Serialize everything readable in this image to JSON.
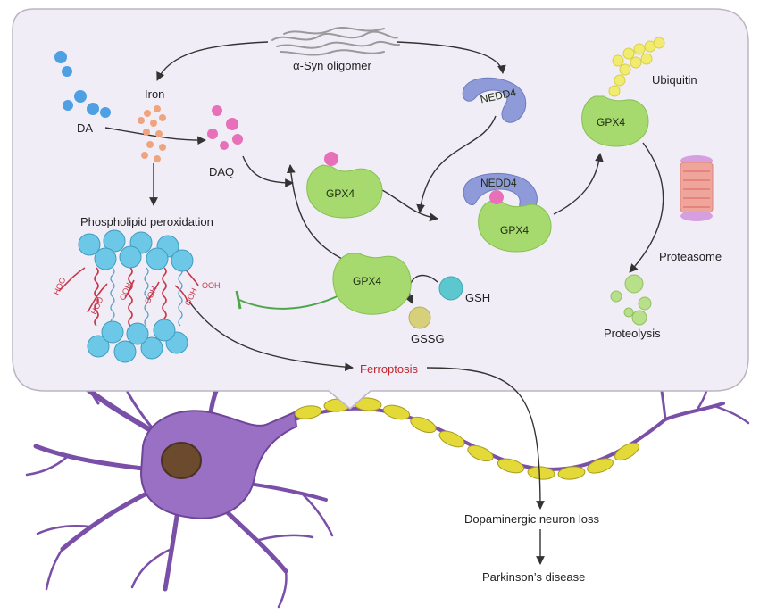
{
  "labels": {
    "syn": "α-Syn oligomer",
    "iron": "Iron",
    "da": "DA",
    "daq": "DAQ",
    "pl": "Phospholipid peroxidation",
    "nedd4_free": "NEDD4",
    "nedd4_bound": "NEDD4",
    "gpx4_daq": "GPX4",
    "gpx4_complex": "GPX4",
    "gpx4_ub": "GPX4",
    "gpx4_gsh": "GPX4",
    "ubiquitin": "Ubiquitin",
    "proteasome": "Proteasome",
    "proteolysis": "Proteolysis",
    "gsh": "GSH",
    "gssg": "GSSG",
    "ferroptosis": "Ferroptosis",
    "neuron_loss": "Dopaminergic neuron loss",
    "pd": "Parkinson’s disease",
    "ooh": "OOH",
    "hoo": "HOO"
  },
  "colors": {
    "panel": "#f1edf7",
    "panel_border": "#bcb6c4",
    "gpx4": "#a6da6e",
    "nedd4": "#8f9ad9",
    "da_blue": "#4f9fe3",
    "iron": "#f0a47e",
    "daq_pink": "#e870b8",
    "ubiquitin": "#f2ec6e",
    "gsh": "#5cc7cf",
    "gssg": "#d6d07a",
    "lipid_head": "#6cc8e6",
    "lipid_tail": "#c8374a",
    "ferroptosis_text": "#c0262e",
    "neuron": "#7a4fa8",
    "soma": "#9a70c4",
    "nucleus": "#6b4a2e",
    "myelin": "#e3da3a",
    "proteasome": "#f0a59c",
    "inhibit": "#4fa64a"
  }
}
